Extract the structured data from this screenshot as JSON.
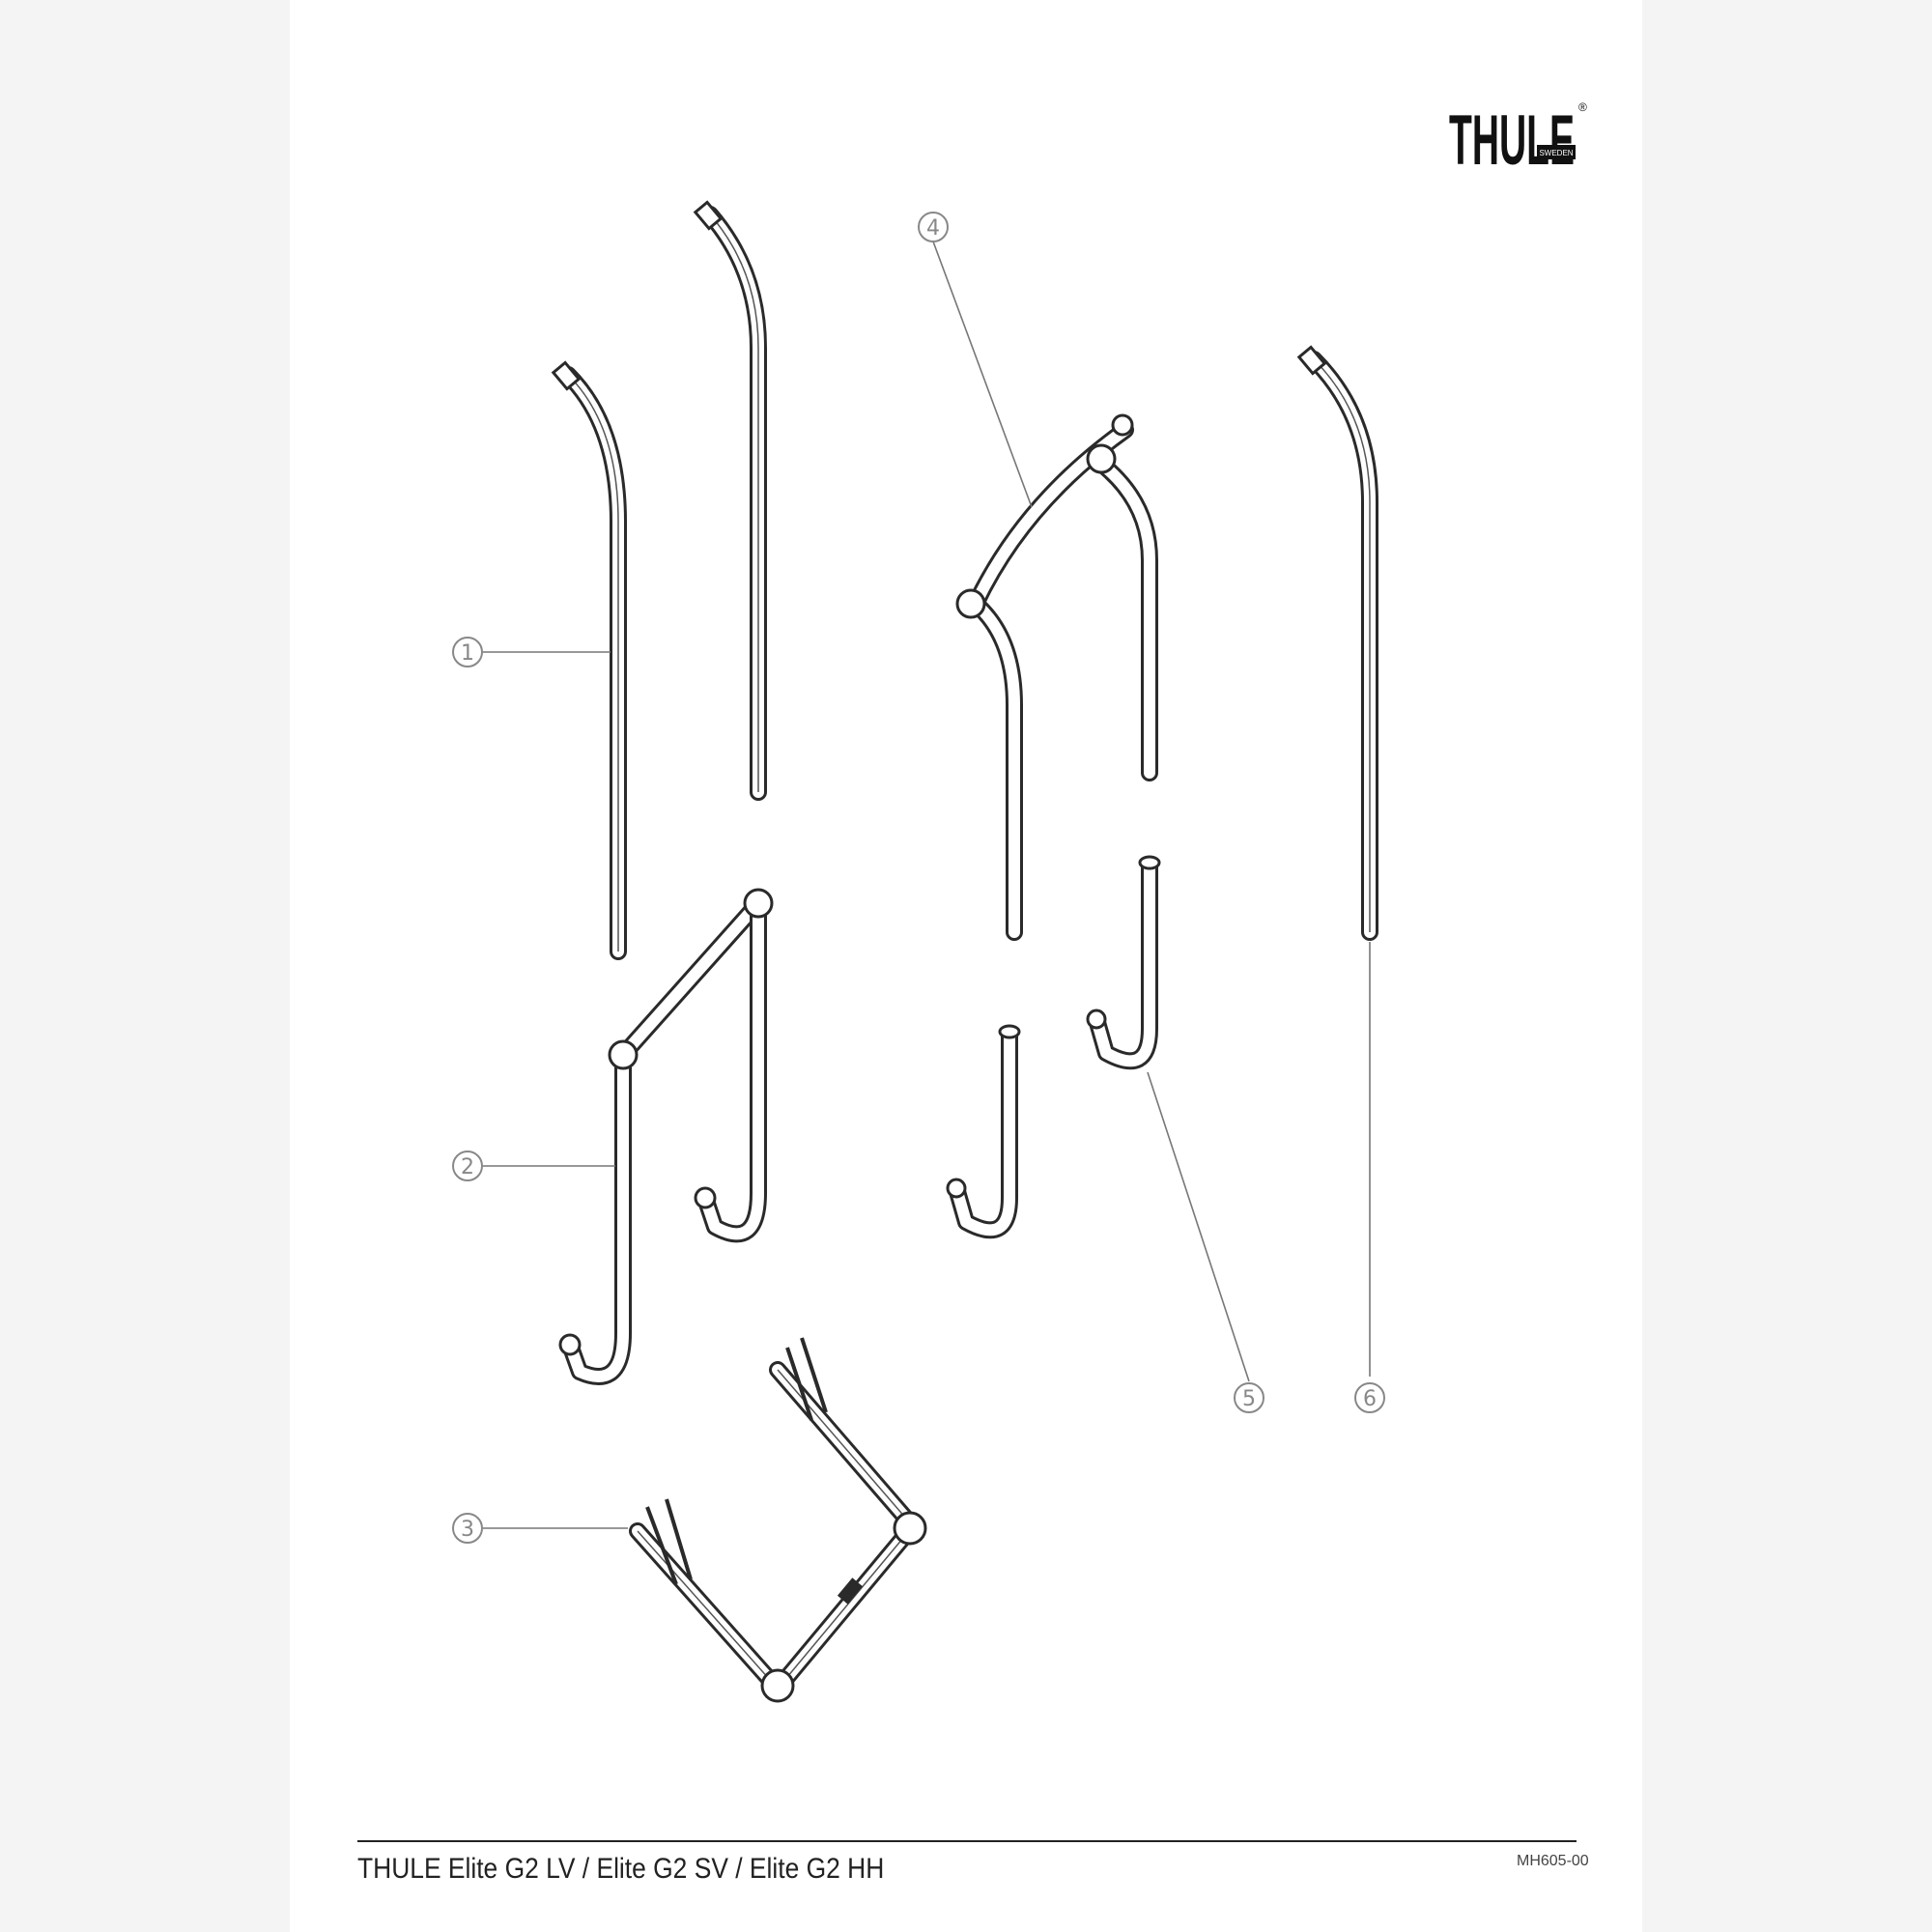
{
  "logo": {
    "word": "THULE",
    "tagline": "SWEDEN",
    "registered": "®"
  },
  "callouts": [
    {
      "label": "1"
    },
    {
      "label": "2"
    },
    {
      "label": "3"
    },
    {
      "label": "4"
    },
    {
      "label": "5"
    },
    {
      "label": "6"
    }
  ],
  "footer": {
    "title": "THULE Elite G2 LV / Elite G2 SV / Elite G2 HH",
    "doc_code": "MH605-00"
  },
  "colors": {
    "line": "#2a2a2a",
    "leader": "#777777",
    "page": "#ffffff"
  }
}
